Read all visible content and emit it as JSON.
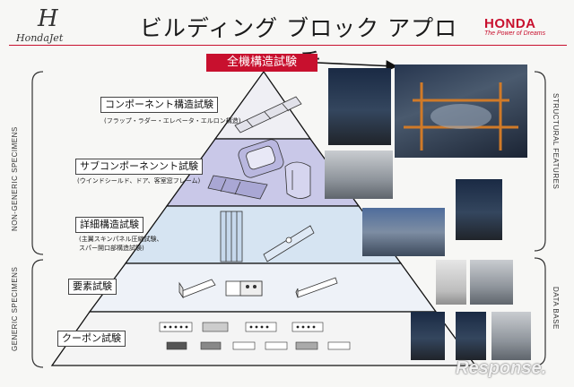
{
  "header": {
    "logo_mark": "H",
    "logo_text": "HondaJet",
    "title": "ビルディング ブロック アプローチ",
    "honda_name": "HONDA",
    "honda_tagline": "The Power of Dreams"
  },
  "pyramid": {
    "top_label": "全機構造試験",
    "tiers": [
      {
        "label": "コンポーネント構造試験",
        "note": "(フラップ・ラダー・エレベータ・エルロン構造)"
      },
      {
        "label": "サブコンポーネンント試験",
        "note": "(ウインドシールド、ドア、客室窓フレーム)"
      },
      {
        "label": "詳細構造試験",
        "note": "(主翼スキンパネル圧縮試験、\nスパー開口部構造試験)"
      },
      {
        "label": "要素試験",
        "note": ""
      },
      {
        "label": "クーポン試験",
        "note": ""
      }
    ]
  },
  "side_labels": {
    "left_upper": "NON-GENERIC SPECIMENS",
    "left_lower": "GENERIC SPECIMENS",
    "right_upper": "STRUCTURAL FEATURES",
    "right_lower": "DATA BASE"
  },
  "colors": {
    "accent_red": "#c8102e",
    "tier_component": "#efeff4",
    "tier_subcomponent": "#c9c8e8",
    "tier_detail": "#d6e4f2",
    "tier_element": "#eef2f8",
    "tier_coupon": "#f4f4f4"
  },
  "watermark": "Response."
}
